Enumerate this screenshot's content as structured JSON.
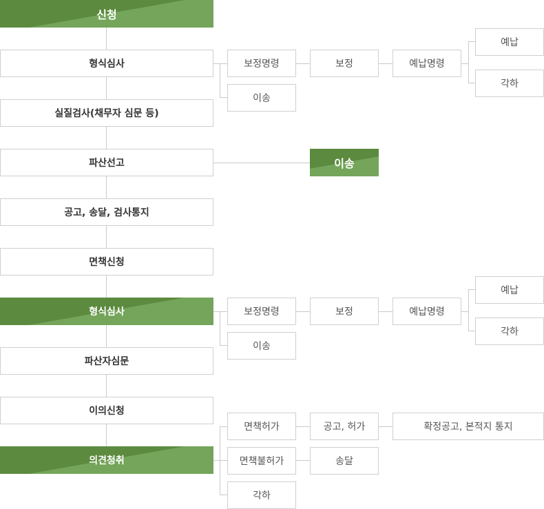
{
  "colors": {
    "accent_dark": "#5c8a3e",
    "accent_light": "#74a55a",
    "border": "#cfcfcf",
    "line": "#c9c9c9"
  },
  "main_flow": [
    "신청",
    "형식심사",
    "실질검사(채무자 심문 등)",
    "파산선고",
    "공고, 송달, 검사통지",
    "면책신청",
    "형식심사",
    "파산자심문",
    "이의신청",
    "의견청취"
  ],
  "branch1": {
    "correction_order": "보정명령",
    "transfer": "이송",
    "correction": "보정",
    "prepay_order": "예납명령",
    "prepay": "예납",
    "dismiss": "각하"
  },
  "branch_bankruptcy": {
    "transfer": "이송"
  },
  "branch2": {
    "correction_order": "보정명령",
    "transfer": "이송",
    "correction": "보정",
    "prepay_order": "예납명령",
    "prepay": "예납",
    "dismiss": "각하"
  },
  "branch_opinion": {
    "permit": "면책허가",
    "notice_permit": "공고, 허가",
    "final_notice": "확정공고, 본적지 통지",
    "deny": "면책불허가",
    "delivery": "송달",
    "dismiss": "각하"
  }
}
